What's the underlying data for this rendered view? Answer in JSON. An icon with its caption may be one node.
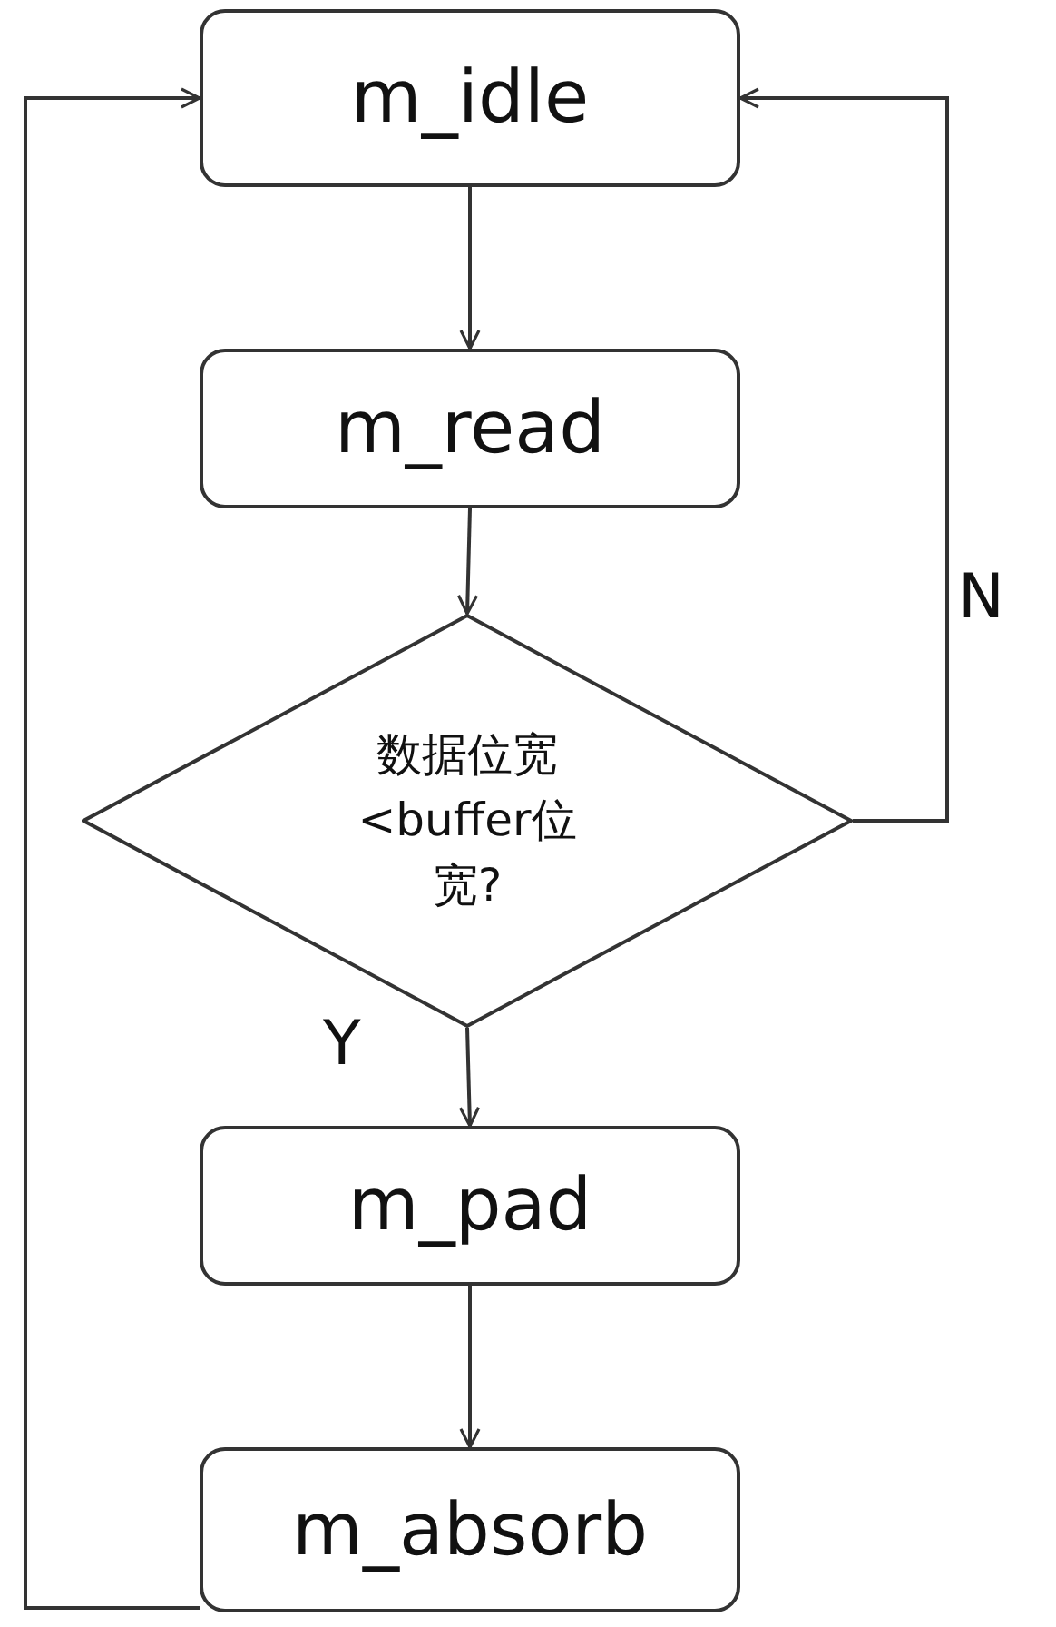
{
  "diagram": {
    "nodes": [
      {
        "text": [
          "m_idle"
        ]
      },
      {
        "text": [
          "m_read"
        ]
      },
      {
        "text": [
          "数据位宽<buffer位宽?"
        ]
      },
      {
        "text": [
          "m_pad"
        ]
      },
      {
        "text": [
          "m_absorb"
        ]
      }
    ],
    "edges": [
      {
        "from": 0,
        "to": 1,
        "arrow": "to"
      },
      {
        "from": 1,
        "to": 2,
        "arrow": "to"
      },
      {
        "from": 2,
        "to": 3,
        "arrow": "to",
        "label": "Y"
      },
      {
        "from": 3,
        "to": 4,
        "arrow": "to"
      },
      {
        "from": 4,
        "to": 0,
        "arrow": "to"
      },
      {
        "from": 2,
        "to": 0,
        "arrow": "to",
        "label": "N"
      }
    ]
  }
}
